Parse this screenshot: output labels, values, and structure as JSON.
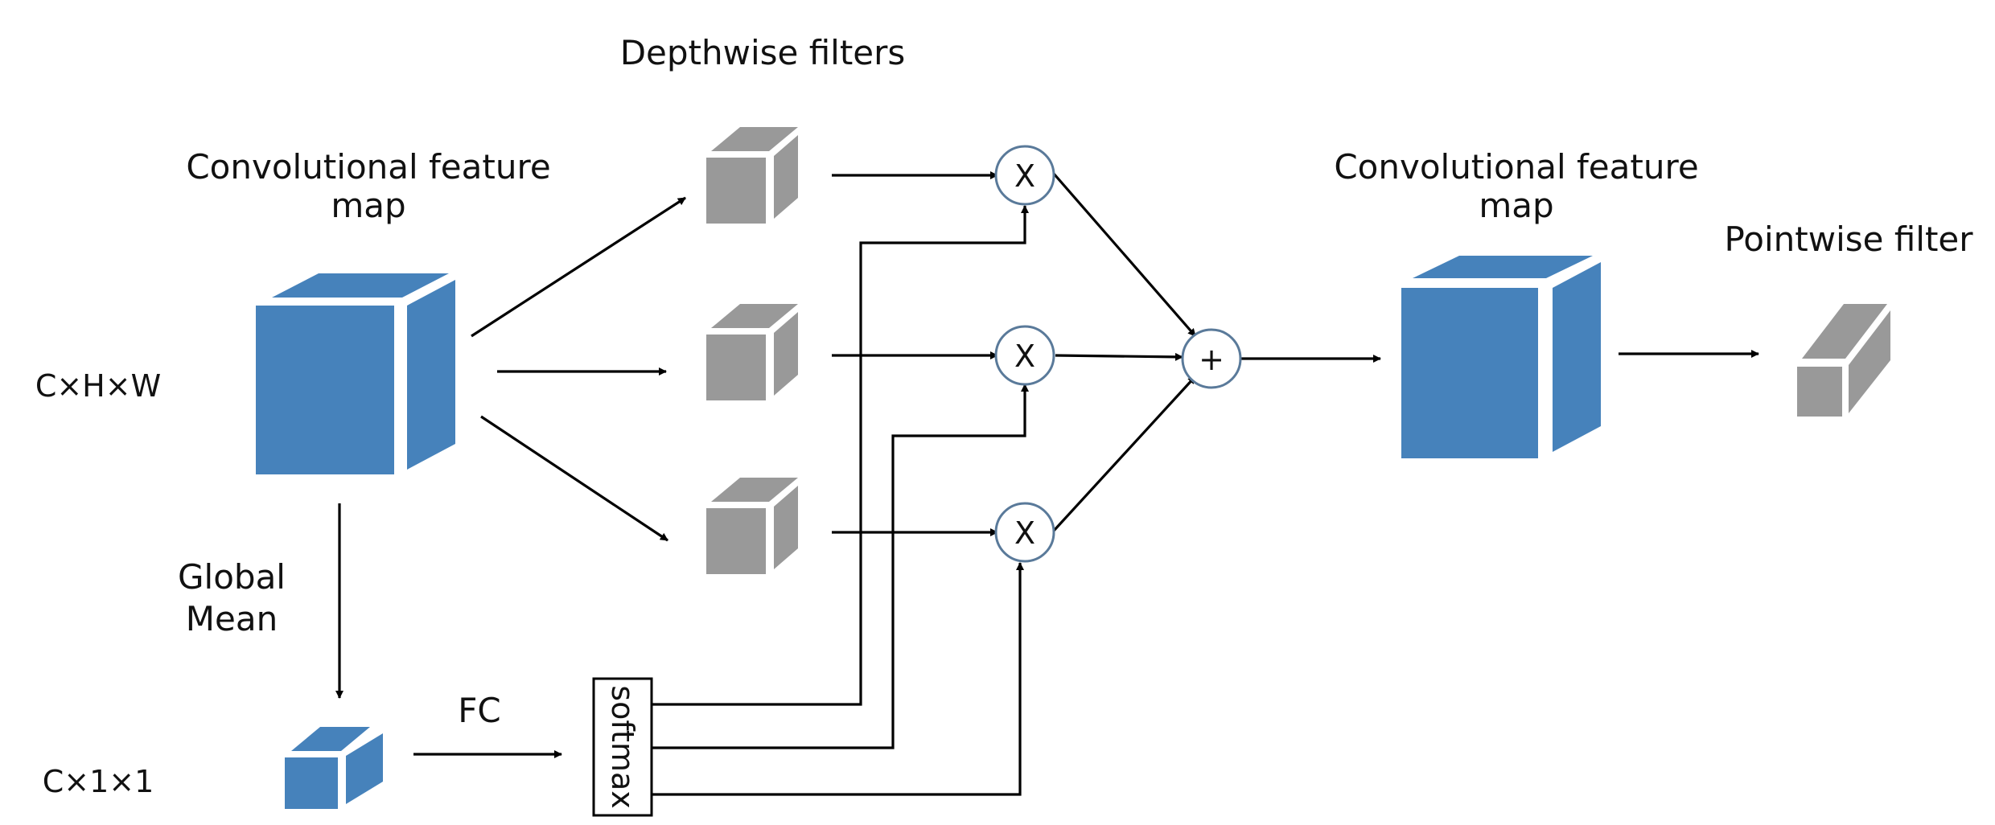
{
  "labels": {
    "depthwise_title": "Depthwise filters",
    "input_map_line1": "Convolutional feature",
    "input_map_line2": "map",
    "output_map_line1": "Convolutional feature",
    "output_map_line2": "map",
    "pointwise_title": "Pointwise filter",
    "input_shape": "C×H×W",
    "pooled_shape": "C×1×1",
    "global_mean_line1": "Global",
    "global_mean_line2": "Mean",
    "fc": "FC",
    "softmax": "softmax",
    "multiply_symbol": "X",
    "add_symbol": "+"
  },
  "colors": {
    "feature_map_blue": "#4682bb",
    "filter_gray": "#999999",
    "operator_ring": "#5a7a9a",
    "arrow": "#000000"
  }
}
